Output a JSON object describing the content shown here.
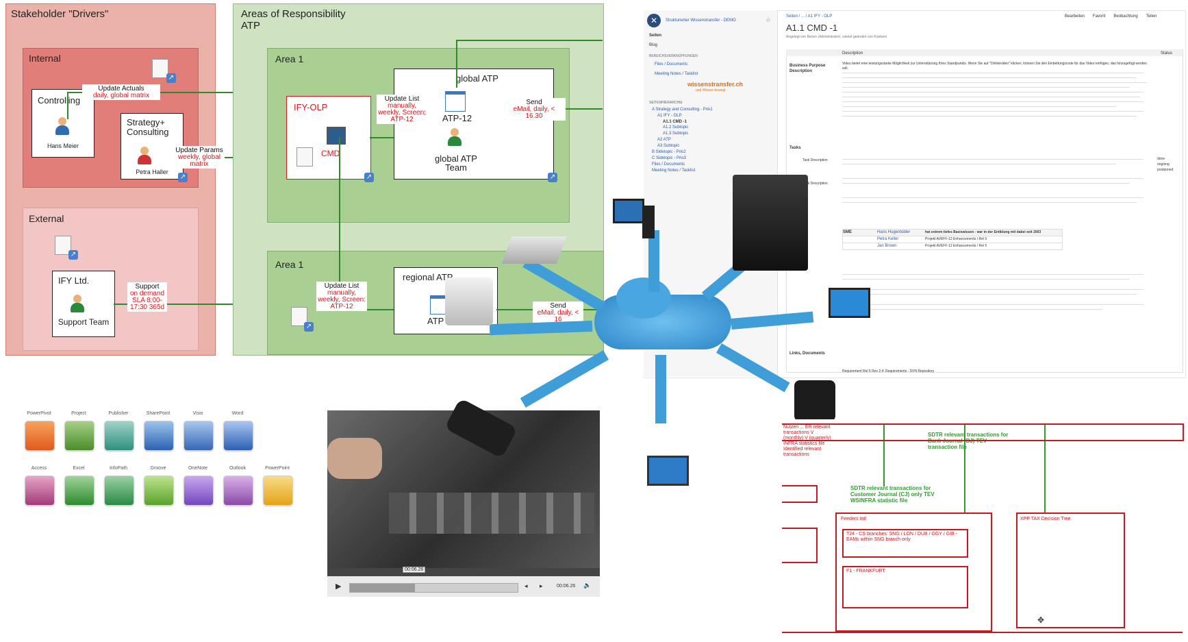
{
  "stakeholder": {
    "title": "Stakeholder \"Drivers\"",
    "internal": "Internal",
    "external": "External",
    "controlling": "Controlling",
    "hans": "Hans Meier",
    "strategy": "Strategy+ Consulting",
    "petra": "Petra Haller",
    "ify": "IFY Ltd.",
    "support_team": "Support Team",
    "update_actuals": "Update Actuals",
    "update_actuals_sub": "daily, global matrix",
    "update_params": "Update Params",
    "update_params_sub": "weekly, global matrix",
    "support": "Support",
    "support_sub": "on demand SLA 8:00-17:30 365d"
  },
  "areas": {
    "title": "Areas of Responsibility ATP",
    "area1": "Area 1",
    "area2": "Area 1",
    "ify_olp": "IFY-OLP",
    "cmd": "CMD",
    "global_atp": "global ATP",
    "atp12": "ATP-12",
    "global_team": "global ATP Team",
    "regional_atp": "regional ATP",
    "atp": "ATP",
    "update_list": "Update List",
    "update_list_sub": "manually, weekly, Screen: ATP-12",
    "send": "Send",
    "send_sub": "eMail, daily, < 16.30",
    "update_list2": "Update List",
    "update_list2_sub": "manually, weekly, Screen: ATP-12",
    "send2": "Send",
    "send2_sub": "eMail, daily, < 16"
  },
  "wiki": {
    "space": "Strukturierter Wissenstransfer - DEMO",
    "nav": [
      "Seiten",
      "Blog"
    ],
    "section": "BEREICHSVERKNÜPFUNGEN",
    "links": [
      "Files / Documents",
      "Meeting Notes / Tasklist"
    ],
    "logo": "wissenstransfer.ch",
    "logo_sub": "und Wissen bewegt",
    "tree_header": "SEITENHIERARCHIE",
    "tree": [
      "A Strategy and Consulting - Prio1",
      "A1 IFY - OLP",
      "A1.1 CMD -1",
      "A1.2 Subtopic",
      "A1.3 Subtopic",
      "A2 ATP",
      "A3 Subtopic",
      "B Sidetopic - Prio2",
      "C Sidetopic - Prio3",
      "Files / Documents",
      "Meeting Notes / Tasklist"
    ],
    "breadcrumb": "Seiten / ... / A1 IFY - OLP",
    "actions": [
      "Bearbeiten",
      "Favorit",
      "Beobachtung",
      "Teilen"
    ],
    "page_title": "A1.1 CMD -1",
    "byline": "Angelegt von Benno (Administrator), zuletzt geändert von Kuebern",
    "col_description": "Description",
    "col_status": "Status",
    "row_bp": "Business Purpose Description",
    "row_tasks": "Tasks",
    "row_task": "Task Description",
    "row_links": "Links, Documents",
    "sme": "SME",
    "people": [
      "Hans Hugentobler",
      "Petra Keller",
      "Jan Brown"
    ],
    "people_desc": [
      "hat extrem tiefes Basiswissen - war in der Entiklung mit dabei seit 2003",
      "Projekt AVEFF-12 Enhancements / Rel 5",
      "Projekt AVEFF-12 Enhancements / Rel 5"
    ],
    "status": [
      "done",
      "ongoing",
      "postponed"
    ],
    "bp_text": "Video bietet eine leistungsstarke Möglichkeit zur Unterstützung Ihres Standpunkts. Wenn Sie auf \"Onlinevideo\" klicken, können Sie den Einbettungscode für das Video einfügen, das hinzugefügt werden soll.",
    "links_text": "Requirement Rel 5 Rev 2.4: Requirements - SVN Repository"
  },
  "icons": {
    "labels": [
      "PowerPivot",
      "Project",
      "Publisher",
      "SharePoint",
      "Visio",
      "Word",
      "Access",
      "Excel",
      "InfoPath",
      "Groove",
      "OneNote",
      "Outlook",
      "PowerPoint"
    ]
  },
  "video": {
    "time": "00:06.26",
    "time_tooltip": "00:06.26"
  },
  "reddiagram": {
    "green1": "SDTR relevant transactions for Bank Journal (BJ) TEV transaction file",
    "green2": "SDTR relevant transactions for Customer Journal (CJ) only TEV WSINFRA statistic file",
    "feeders": "Feeders Intl",
    "t24": "T24 - CS branches: SNG / LON / DUB / GGY / GIB - EAMs within SNG branch only",
    "f": "F1 - FRANKFURT",
    "xpp": "XPP TAX Decision Tree",
    "left_text": "Nutzen ... ER relevant transactions V (monthly) V (quarterly) INFRA statistics file Identified relevant transactions"
  },
  "colors": {
    "accent_blue": "#3f9ed8",
    "diagram_green": "#2f8a2a",
    "diagram_red": "#e0151b"
  }
}
